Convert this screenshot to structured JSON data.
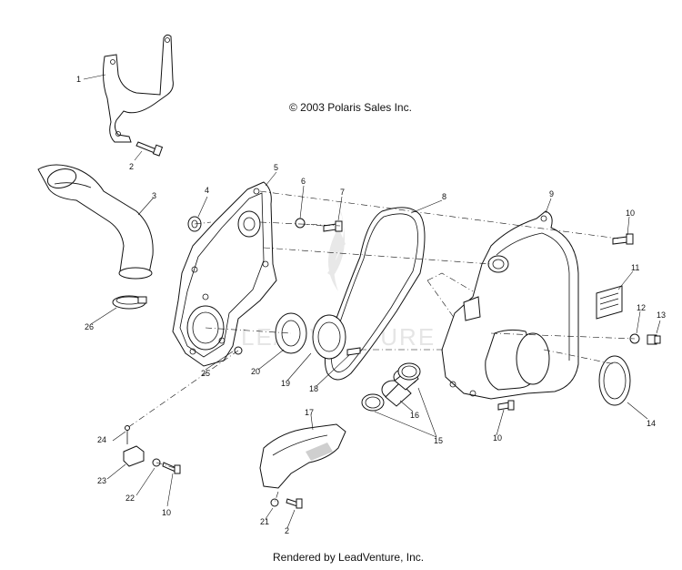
{
  "copyright": "© 2003 Polaris Sales Inc.",
  "rendered_by": "Rendered by LeadVenture, Inc.",
  "watermark": "LEADVENTURE",
  "callouts": [
    {
      "id": "c1",
      "label": "1"
    },
    {
      "id": "c2a",
      "label": "2"
    },
    {
      "id": "c3",
      "label": "3"
    },
    {
      "id": "c4",
      "label": "4"
    },
    {
      "id": "c5",
      "label": "5"
    },
    {
      "id": "c6",
      "label": "6"
    },
    {
      "id": "c7",
      "label": "7"
    },
    {
      "id": "c8",
      "label": "8"
    },
    {
      "id": "c9",
      "label": "9"
    },
    {
      "id": "c10a",
      "label": "10"
    },
    {
      "id": "c11",
      "label": "11"
    },
    {
      "id": "c12",
      "label": "12"
    },
    {
      "id": "c13",
      "label": "13"
    },
    {
      "id": "c14",
      "label": "14"
    },
    {
      "id": "c10b",
      "label": "10"
    },
    {
      "id": "c15",
      "label": "15"
    },
    {
      "id": "c16",
      "label": "16"
    },
    {
      "id": "c17",
      "label": "17"
    },
    {
      "id": "c18",
      "label": "18"
    },
    {
      "id": "c19",
      "label": "19"
    },
    {
      "id": "c20",
      "label": "20"
    },
    {
      "id": "c25",
      "label": "25"
    },
    {
      "id": "c26",
      "label": "26"
    },
    {
      "id": "c24",
      "label": "24"
    },
    {
      "id": "c23",
      "label": "23"
    },
    {
      "id": "c22",
      "label": "22"
    },
    {
      "id": "c10c",
      "label": "10"
    },
    {
      "id": "c21",
      "label": "21"
    },
    {
      "id": "c2b",
      "label": "2"
    }
  ]
}
